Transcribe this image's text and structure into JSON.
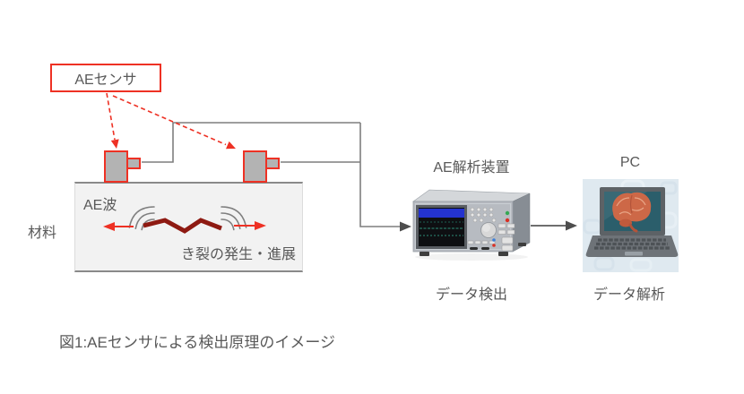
{
  "callout": {
    "label": "AEセンサ"
  },
  "material": {
    "label": "材料",
    "wave_label": "AE波",
    "crack_label": "き裂の発生・進展"
  },
  "analyzer": {
    "title": "AE解析装置",
    "caption": "データ検出"
  },
  "pc": {
    "title": "PC",
    "caption": "データ解析"
  },
  "figure": {
    "caption": "図1:AEセンサによる検出原理のイメージ"
  },
  "colors": {
    "accent_red": "#ee3124",
    "crack_dark_red": "#8e1a12",
    "text_gray": "#595959",
    "wire_gray": "#7f7f7f",
    "material_fill": "#f2f2f2",
    "sensor_gray": "#b3b3b3",
    "analyzer_screen_blue": "#2433cf",
    "laptop_background": "#dfe9f0",
    "brain_orange": "#cd6847"
  }
}
